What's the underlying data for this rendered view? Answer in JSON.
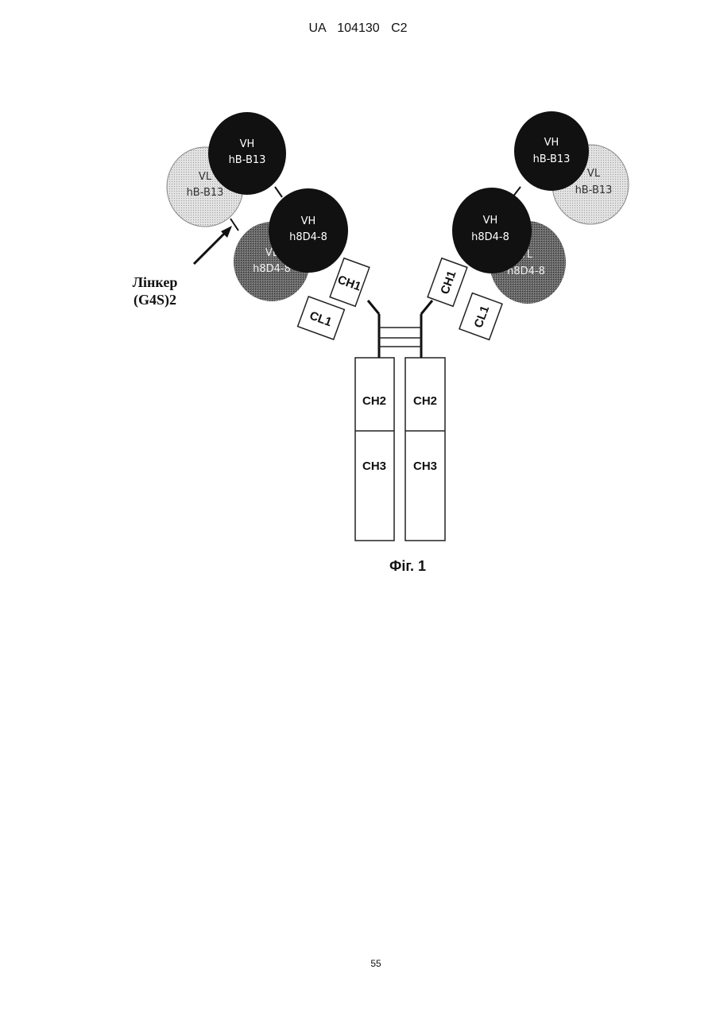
{
  "header": {
    "patent": "UA   104130   C2"
  },
  "figure": {
    "caption": "Фіг. 1",
    "linker_line1": "Лінкер",
    "linker_line2": "(G4S)2",
    "left_arm": {
      "vh_outer": [
        "VH",
        "hB-B13"
      ],
      "vl_outer": [
        "VL",
        "hB-B13"
      ],
      "vh_inner": [
        "VH",
        "h8D4-8"
      ],
      "vl_inner": [
        "VL",
        "h8D4-8"
      ],
      "ch1": "CH1",
      "cl1": "CL1"
    },
    "right_arm": {
      "vh_outer": [
        "VH",
        "hB-B13"
      ],
      "vl_outer": [
        "VL",
        "hB-B13"
      ],
      "vh_inner": [
        "VH",
        "h8D4-8"
      ],
      "vl_inner": [
        "VL",
        "h8D4-8"
      ],
      "ch1": "CH1",
      "cl1": "CL1"
    },
    "fc_left": {
      "ch2": "CH2",
      "ch3": "CH3"
    },
    "fc_right": {
      "ch2": "CH2",
      "ch3": "CH3"
    },
    "colors": {
      "vh": "#111111",
      "vl_inner": "#5a5a5a",
      "vl_outer": "#d2d2d2"
    }
  },
  "footer": {
    "page": "55"
  }
}
